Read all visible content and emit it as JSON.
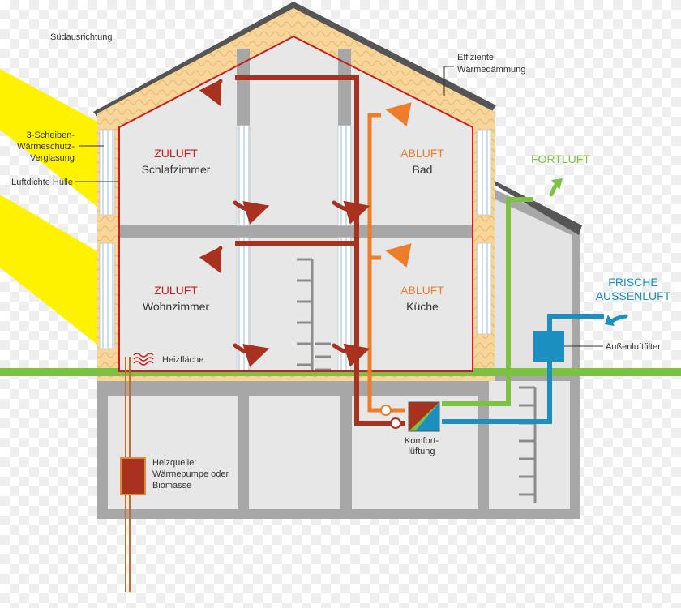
{
  "labels": {
    "sued": "Südausrichtung",
    "daemmung_1": "Effiziente",
    "daemmung_2": "Wärmedämmung",
    "glas_1": "3-Scheiben-",
    "glas_2": "Wärmeschutz-",
    "glas_3": "Verglasung",
    "huelle": "Luftdichte Hülle",
    "zuluft_top": "ZULUFT",
    "room_schlaf": "Schlafzimmer",
    "abluft_top": "ABLUFT",
    "room_bad": "Bad",
    "zuluft_mid": "ZULUFT",
    "room_wohn": "Wohnzimmer",
    "abluft_mid": "ABLUFT",
    "room_kueche": "Küche",
    "fortluft": "FORTLUFT",
    "frische_1": "FRISCHE",
    "frische_2": "AUSSENLUFT",
    "filter": "Außenluftfilter",
    "heizflaeche": "Heizfläche",
    "komfort_1": "Komfort-",
    "komfort_2": "lüftung",
    "heiz_1": "Heizquelle:",
    "heiz_2": "Wärmepumpe oder",
    "heiz_3": "Biomasse"
  },
  "colors": {
    "supply": "#a8321f",
    "exhaust": "#ee7d2b",
    "outgoing": "#7cc242",
    "fresh": "#1b8fbf",
    "insulation": "#f7d59b",
    "wall": "#a7a7a7",
    "room": "#e7e7e7",
    "ground": "#7cc242",
    "sun": "#fff200"
  }
}
